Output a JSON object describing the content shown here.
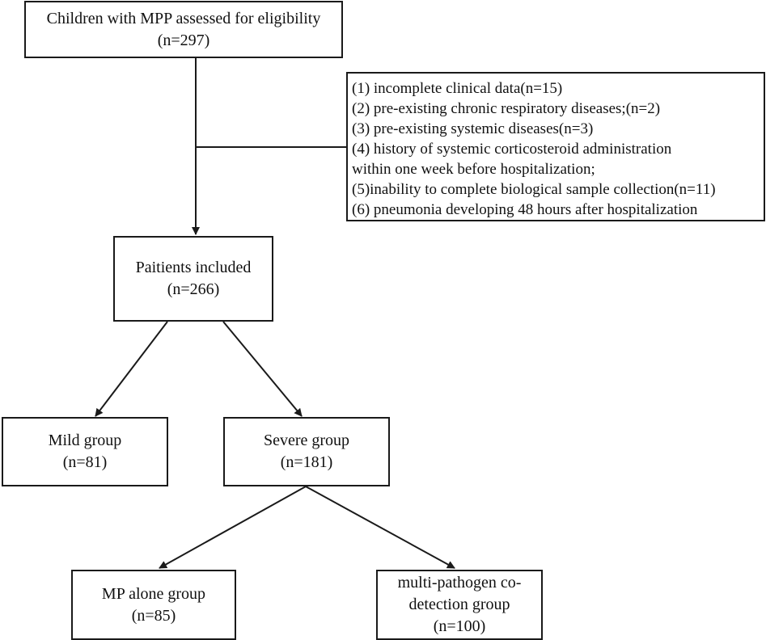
{
  "boxes": {
    "assessed": {
      "line1": "Children with MPP assessed for eligibility",
      "line2": "(n=297)"
    },
    "included": {
      "line1": "Paitients  included",
      "line2": "(n=266)"
    },
    "mild": {
      "line1": "Mild group",
      "line2": "(n=81)"
    },
    "severe": {
      "line1": "Severe group",
      "line2": "(n=181)"
    },
    "mp_alone": {
      "line1": "MP alone group",
      "line2": "(n=85)"
    },
    "multi": {
      "line1": "multi-pathogen co-",
      "line2": "detection group",
      "line3": "(n=100)"
    }
  },
  "exclusions": [
    "(1) incomplete  clinical data(n=15)",
    "(2) pre-existing chronic respiratory diseases;(n=2)",
    "(3) pre-existing systemic diseases(n=3)",
    "(4) history of systemic corticosteroid administration",
    "within one week before hospitalization;",
    "(5)inability to complete biological sample collection(n=11)",
    "(6) pneumonia developing 48 hours after hospitalization"
  ]
}
